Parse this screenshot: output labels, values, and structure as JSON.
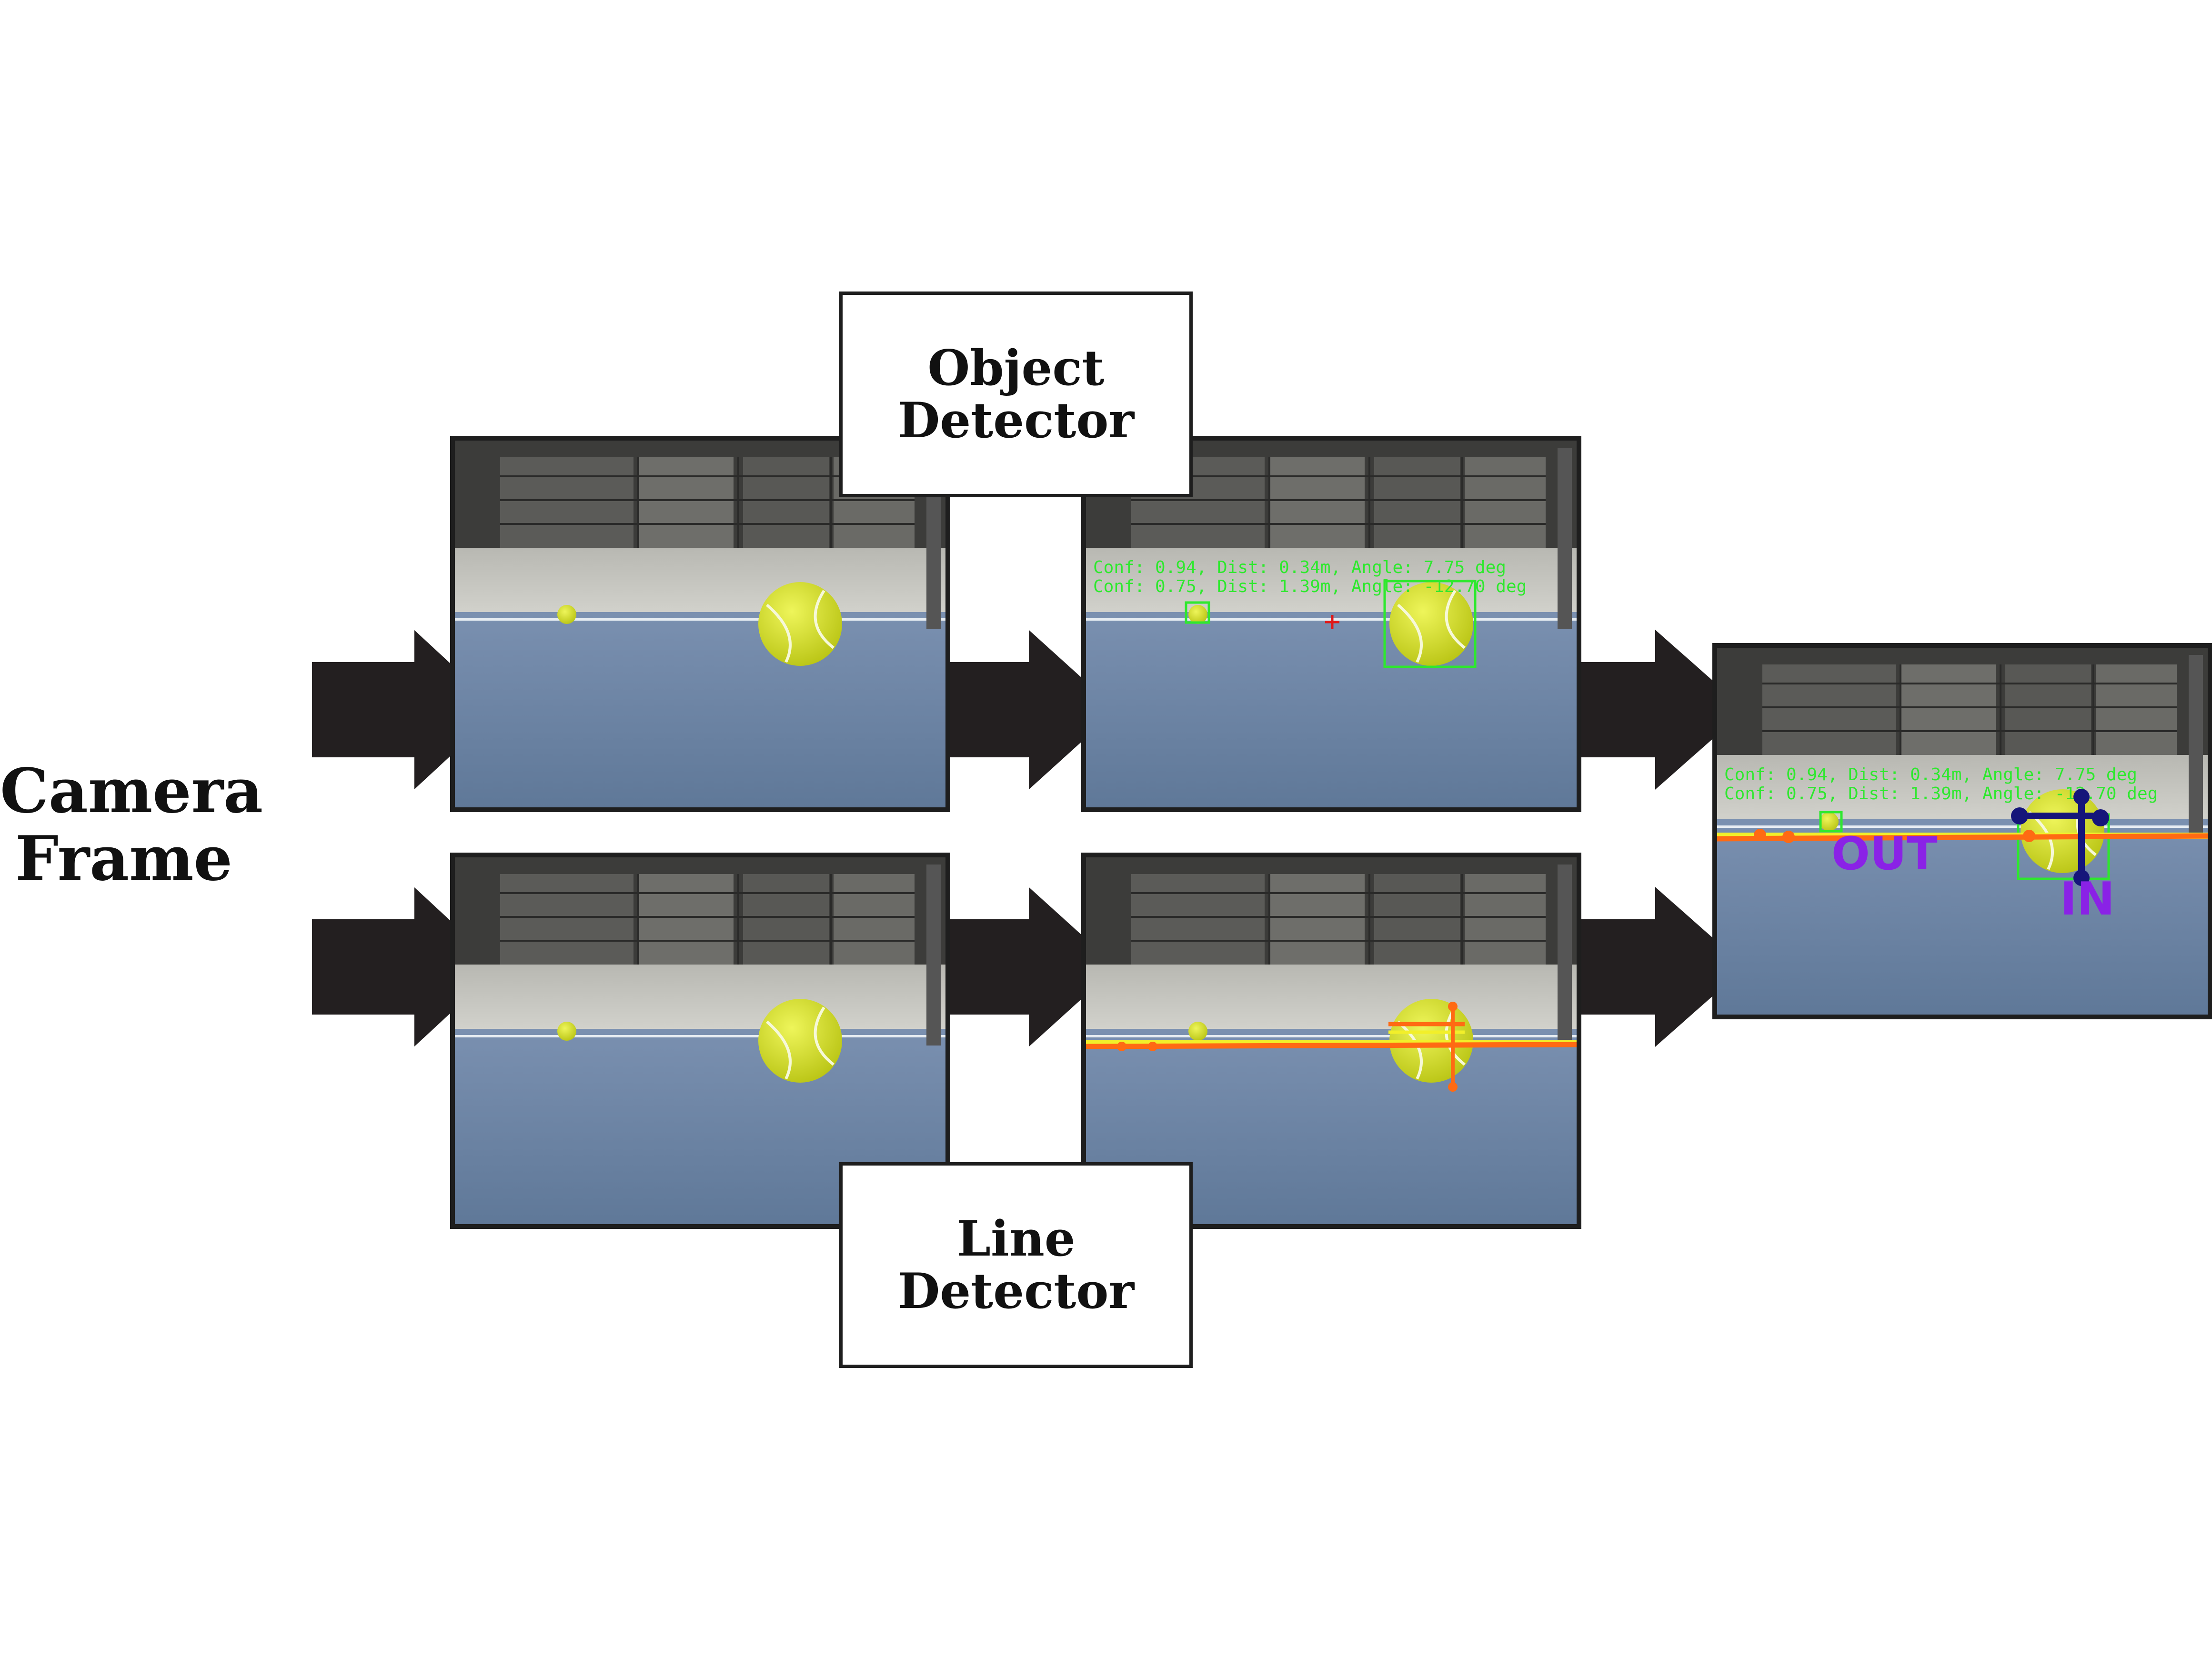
{
  "camera_label": [
    "Camera",
    "Frame"
  ],
  "object_detector_label": [
    "Object",
    "Detector"
  ],
  "line_detector_label": [
    "Line",
    "Detector"
  ],
  "detections": [
    "Conf: 0.94, Dist: 0.34m, Angle: 7.75 deg",
    "Conf: 0.75, Dist: 1.39m, Angle: -12.70 deg"
  ],
  "verdicts": {
    "out": "OUT",
    "in": "IN"
  },
  "colors": {
    "arrow": "#231f20",
    "court": "#6f86a8",
    "ball": "#d9e62a",
    "detection_box": "#2ee82e",
    "court_line": "#ff6a13",
    "line_highlight": "#f2ef2a",
    "contact_marker": "#15157a",
    "verdict_text": "#8a22e6"
  }
}
